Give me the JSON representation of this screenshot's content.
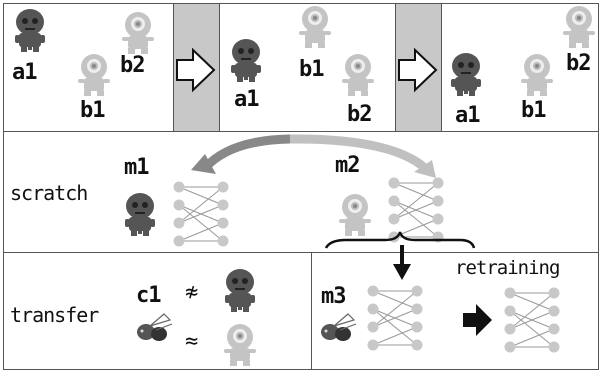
{
  "top_row": {
    "panel1": {
      "a1": "a1",
      "b1": "b1",
      "b2": "b2"
    },
    "panel2": {
      "a1": "a1",
      "b1": "b1",
      "b2": "b2"
    },
    "panel3": {
      "a1": "a1",
      "b1": "b1",
      "b2": "b2"
    }
  },
  "scratch": {
    "label": "scratch",
    "m1": "m1",
    "m2": "m2"
  },
  "transfer": {
    "label": "transfer",
    "c1": "c1",
    "not_approx": "≉",
    "approx": "≈",
    "m3": "m3",
    "retraining": "retraining"
  },
  "colors": {
    "dark_robot": "#555555",
    "light_robot": "#b4b4b4",
    "band": "#c8c8c8",
    "line": "#555555"
  }
}
